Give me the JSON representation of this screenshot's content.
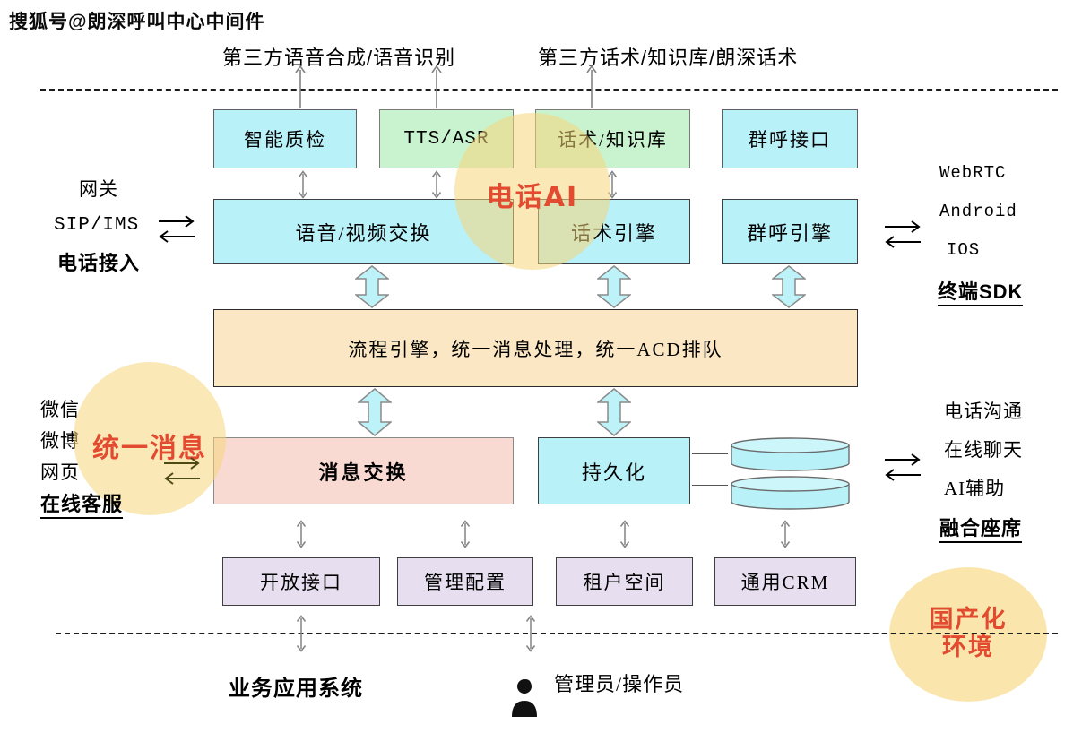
{
  "watermark": "搜狐号@朗深呼叫中心中间件",
  "external_top": {
    "left_title": "第三方语音合成/语音识别",
    "right_title": "第三方话术/知识库/朗深话术"
  },
  "row1": {
    "quality": "智能质检",
    "tts_asr": "TTS/ASR",
    "script_kb": "话术/知识库",
    "group_call_api": "群呼接口"
  },
  "row2": {
    "media_switch": "语音/视频交换",
    "script_engine": "话术引擎",
    "group_call_engine": "群呼引擎"
  },
  "core_band": "流程引擎，统一消息处理，统一ACD排队",
  "row3": {
    "message_exchange": "消息交换",
    "persistence": "持久化"
  },
  "row4": {
    "open_api": "开放接口",
    "admin_config": "管理配置",
    "tenant_space": "租户空间",
    "generic_crm": "通用CRM"
  },
  "left_access": {
    "gateway": "网关",
    "sip_ims": "SIP/IMS",
    "phone_access": "电话接入"
  },
  "right_sdk": {
    "webrtc": "WebRTC",
    "android": "Android",
    "ios": "IOS",
    "terminal_sdk": "终端SDK"
  },
  "left_channels": {
    "wechat": "微信",
    "weibo": "微博",
    "web": "网页",
    "online_service": "在线客服"
  },
  "right_agent": {
    "phone_comm": "电话沟通",
    "online_chat": "在线聊天",
    "ai_assist": "AI辅助",
    "fusion_agent": "融合座席"
  },
  "badges": {
    "phone_ai": "电话AI",
    "unified_message": "统一消息",
    "domestic_line1": "国产化",
    "domestic_line2": "环境"
  },
  "bottom": {
    "business_app": "业务应用系统",
    "admin_operator": "管理员/操作员"
  },
  "icons": {
    "person": "person-silhouette",
    "database": "database-cylinder",
    "up_arrow": "gray-up-arrow",
    "double_arrow": "gray-double-arrow",
    "block_arrow": "cyan-block-double-arrow",
    "exchange": "left-right-exchange-arrows"
  },
  "colors": {
    "cyan_box": "#B9F1F9",
    "green_box": "#C9F3CF",
    "wheat_band": "#FBE7C3",
    "pink_box": "#F9DAD3",
    "lavender_box": "#E7DFEF",
    "highlight_circle": "#F8DC9C",
    "badge_text": "#E24B2F",
    "arrow_gray": "#808080"
  }
}
